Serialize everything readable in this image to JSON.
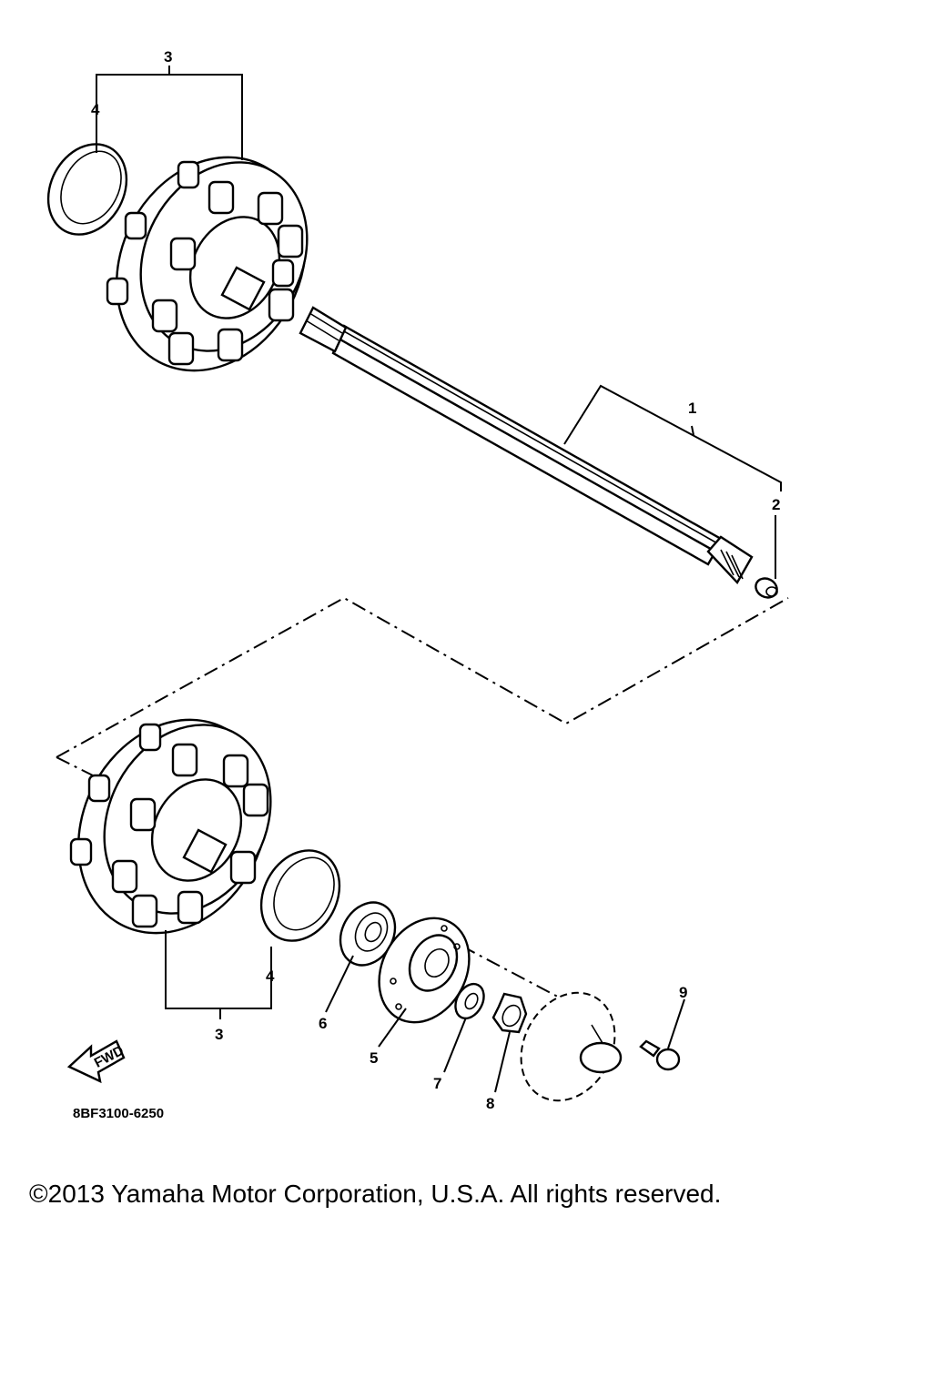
{
  "callouts": {
    "c1": "1",
    "c2": "2",
    "c3_top": "3",
    "c4_top": "4",
    "c3_bottom": "3",
    "c4_bottom": "4",
    "c5": "5",
    "c6": "6",
    "c7": "7",
    "c8": "8",
    "c9": "9"
  },
  "fwd_label": "FWD",
  "diagram_code": "8BF3100-6250",
  "copyright": "©2013 Yamaha Motor Corporation, U.S.A. All rights reserved."
}
